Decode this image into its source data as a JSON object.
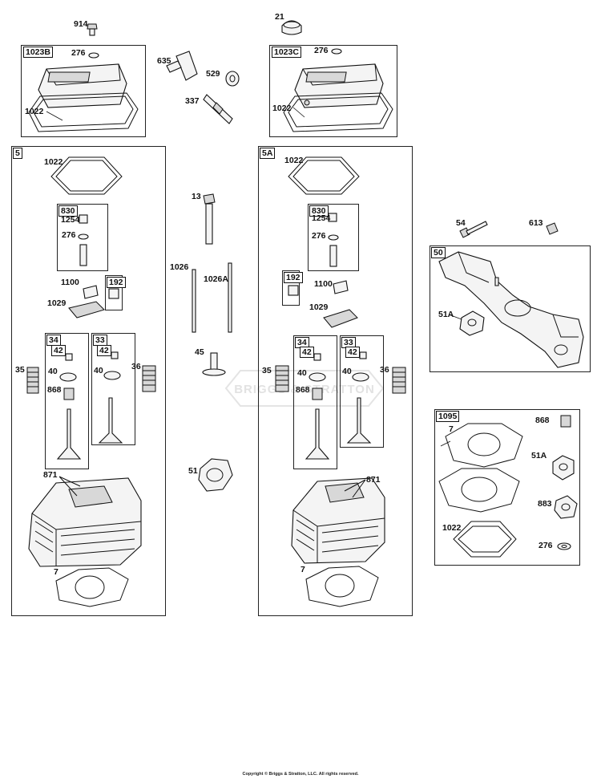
{
  "watermark": "BRIGGS & STRATTON",
  "copyright": "Copyright © Briggs & Stratton, LLC. All rights reserved.",
  "colors": {
    "line": "#111111",
    "frame": "#222222",
    "watermark": "#e2e2e2"
  },
  "top": {
    "l914": "914",
    "l21": "21",
    "l635": "635",
    "l529": "529",
    "l337": "337"
  },
  "box1023b": {
    "title": "1023B",
    "l276": "276",
    "l1022": "1022"
  },
  "box1023c": {
    "title": "1023C",
    "l276": "276",
    "l1022": "1022"
  },
  "box5": {
    "title": "5",
    "l1022": "1022",
    "sub830": "830",
    "l1254": "1254",
    "l276": "276",
    "l1100": "1100",
    "sub192": "192",
    "l1029": "1029",
    "sub34": "34",
    "sub34_42": "42",
    "sub33": "33",
    "sub33_42": "42",
    "l35": "35",
    "l40a": "40",
    "l40b": "40",
    "l36": "36",
    "l868": "868",
    "l871": "871",
    "l7": "7"
  },
  "box5a": {
    "title": "5A",
    "l1022": "1022",
    "sub830": "830",
    "l1254": "1254",
    "l276": "276",
    "sub192": "192",
    "l1100": "1100",
    "l1029": "1029",
    "sub34": "34",
    "sub34_42": "42",
    "sub33": "33",
    "sub33_42": "42",
    "l35": "35",
    "l40a": "40",
    "l40b": "40",
    "l36": "36",
    "l868": "868",
    "l871": "871",
    "l7": "7"
  },
  "middle": {
    "l13": "13",
    "l1026": "1026",
    "l1026a": "1026A",
    "l45": "45",
    "l51": "51"
  },
  "right": {
    "l54": "54",
    "l613": "613"
  },
  "box50": {
    "title": "50",
    "l51a": "51A"
  },
  "box1095": {
    "title": "1095",
    "l7": "7",
    "l868": "868",
    "l51a": "51A",
    "l883": "883",
    "l1022": "1022",
    "l276": "276"
  }
}
